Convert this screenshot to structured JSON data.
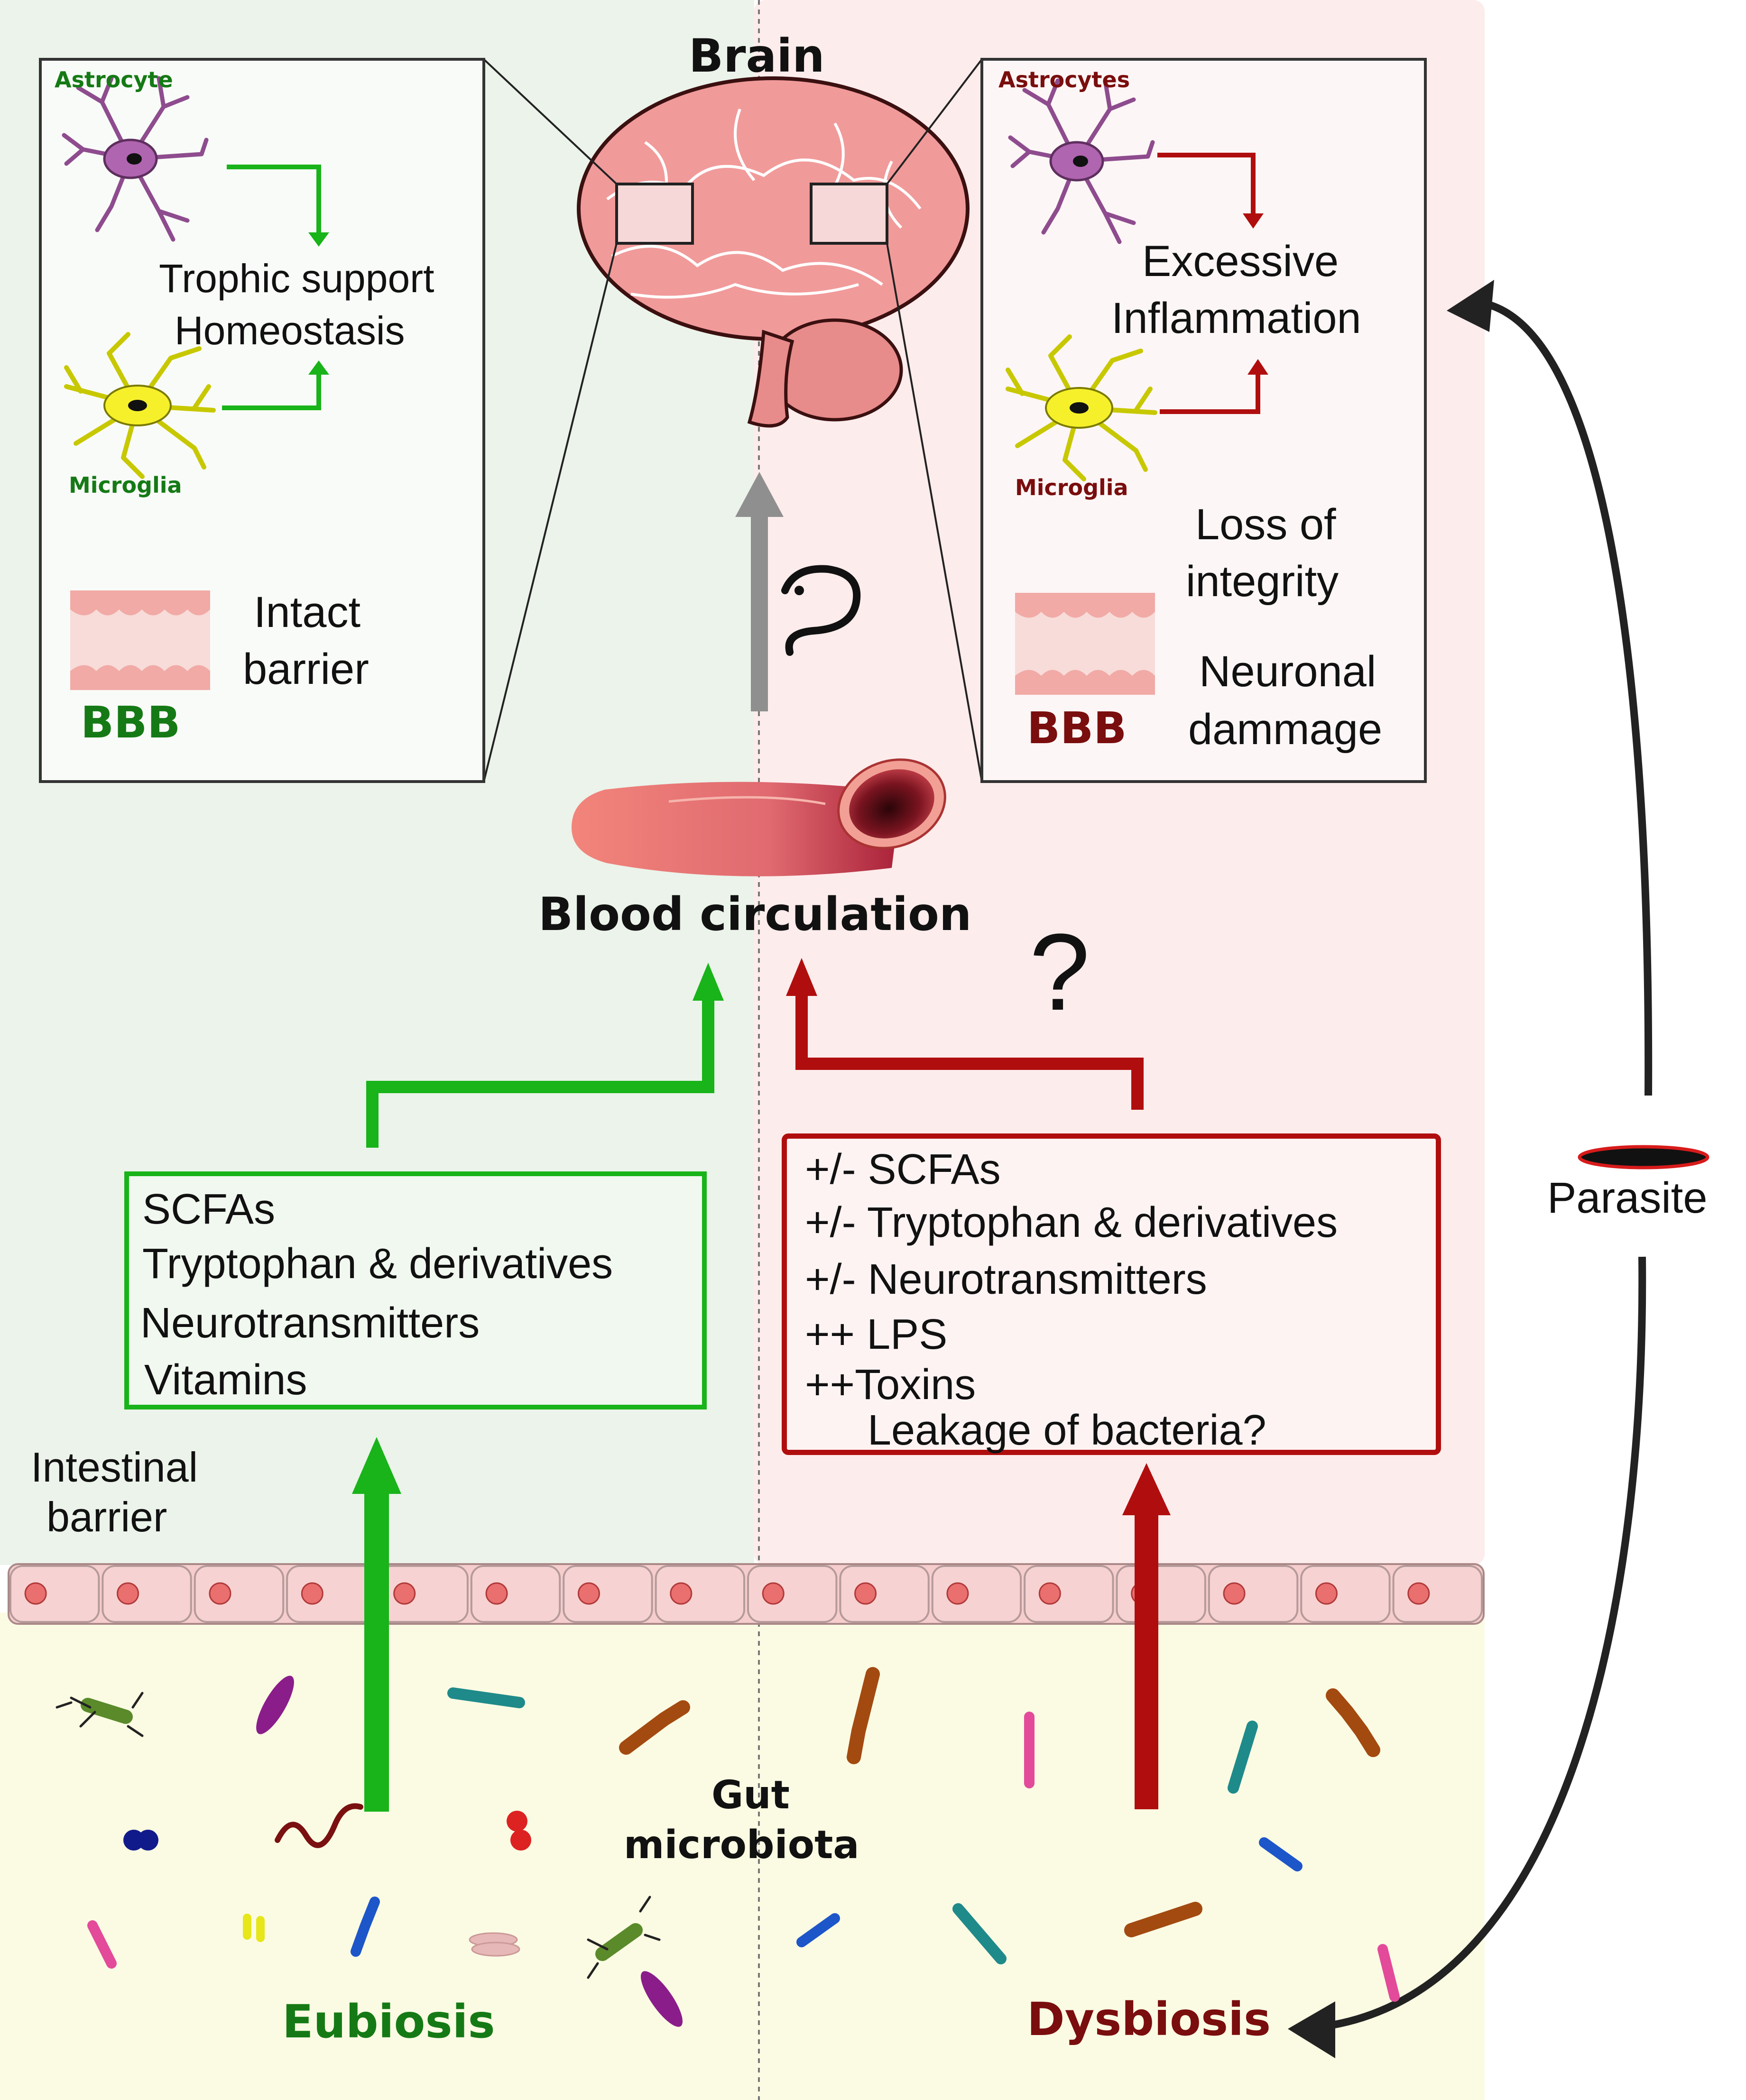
{
  "colors": {
    "eubiosis_bg": "#ebf3ea",
    "dysbiosis_bg": "#fdecec",
    "gut_bg": "#fbfbe3",
    "green": "#19b31a",
    "dark_green": "#157a15",
    "red": "#b00e0e",
    "dark_red": "#7a0d0d",
    "grey_arrow": "#8f8f8f"
  },
  "labels": {
    "brain": "Brain",
    "blood_circulation": "Blood circulation",
    "gut_microbiota_line1": "Gut",
    "gut_microbiota_line2": "microbiota",
    "eubiosis": "Eubiosis",
    "dysbiosis": "Dysbiosis",
    "parasite": "Parasite",
    "intestinal_barrier_line1": "Intestinal",
    "intestinal_barrier_line2": "barrier",
    "question_mark": "?"
  },
  "left_panel": {
    "astrocyte": "Astrocyte",
    "microglia": "Microglia",
    "outcome_line1": "Trophic support",
    "outcome_line2": "Homeostasis",
    "barrier_line1": "Intact",
    "barrier_line2": "barrier",
    "bbb": "BBB"
  },
  "right_panel": {
    "astrocyte": "Astrocytes",
    "microglia": "Microglia",
    "outcome_line1": "Excessive",
    "outcome_line2": "Inflammation",
    "barrier_line1": "Loss of",
    "barrier_line2": "integrity",
    "damage_line1": "Neuronal",
    "damage_line2": "dammage",
    "bbb": "BBB"
  },
  "eubiosis_metabolites": [
    "SCFAs",
    "Tryptophan & derivatives",
    "Neurotransmitters",
    "Vitamins"
  ],
  "dysbiosis_metabolites": [
    "+/- SCFAs",
    "+/- Tryptophan & derivatives",
    "+/- Neurotransmitters",
    "++ LPS",
    "++Toxins",
    "Leakage of bacteria?"
  ],
  "icons": [
    "brain-icon",
    "astrocyte-cell-icon",
    "microglia-cell-icon",
    "bbb-barrier-icon",
    "blood-vessel-icon",
    "epithelial-cell-icon",
    "bacteria-icon",
    "parasite-icon"
  ]
}
